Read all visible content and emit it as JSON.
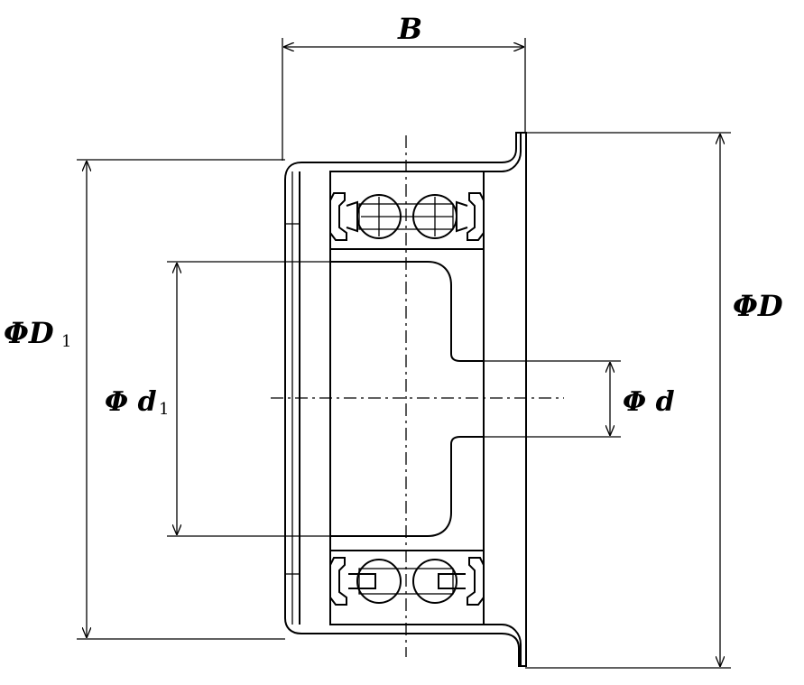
{
  "labels": {
    "width": "B",
    "outer_diameter": "ΦD",
    "flange_diameter_main": "ΦD",
    "flange_diameter_sub": "1",
    "bore": "Φ d",
    "inner_bore_main": "Φ d",
    "inner_bore_sub": "1"
  }
}
